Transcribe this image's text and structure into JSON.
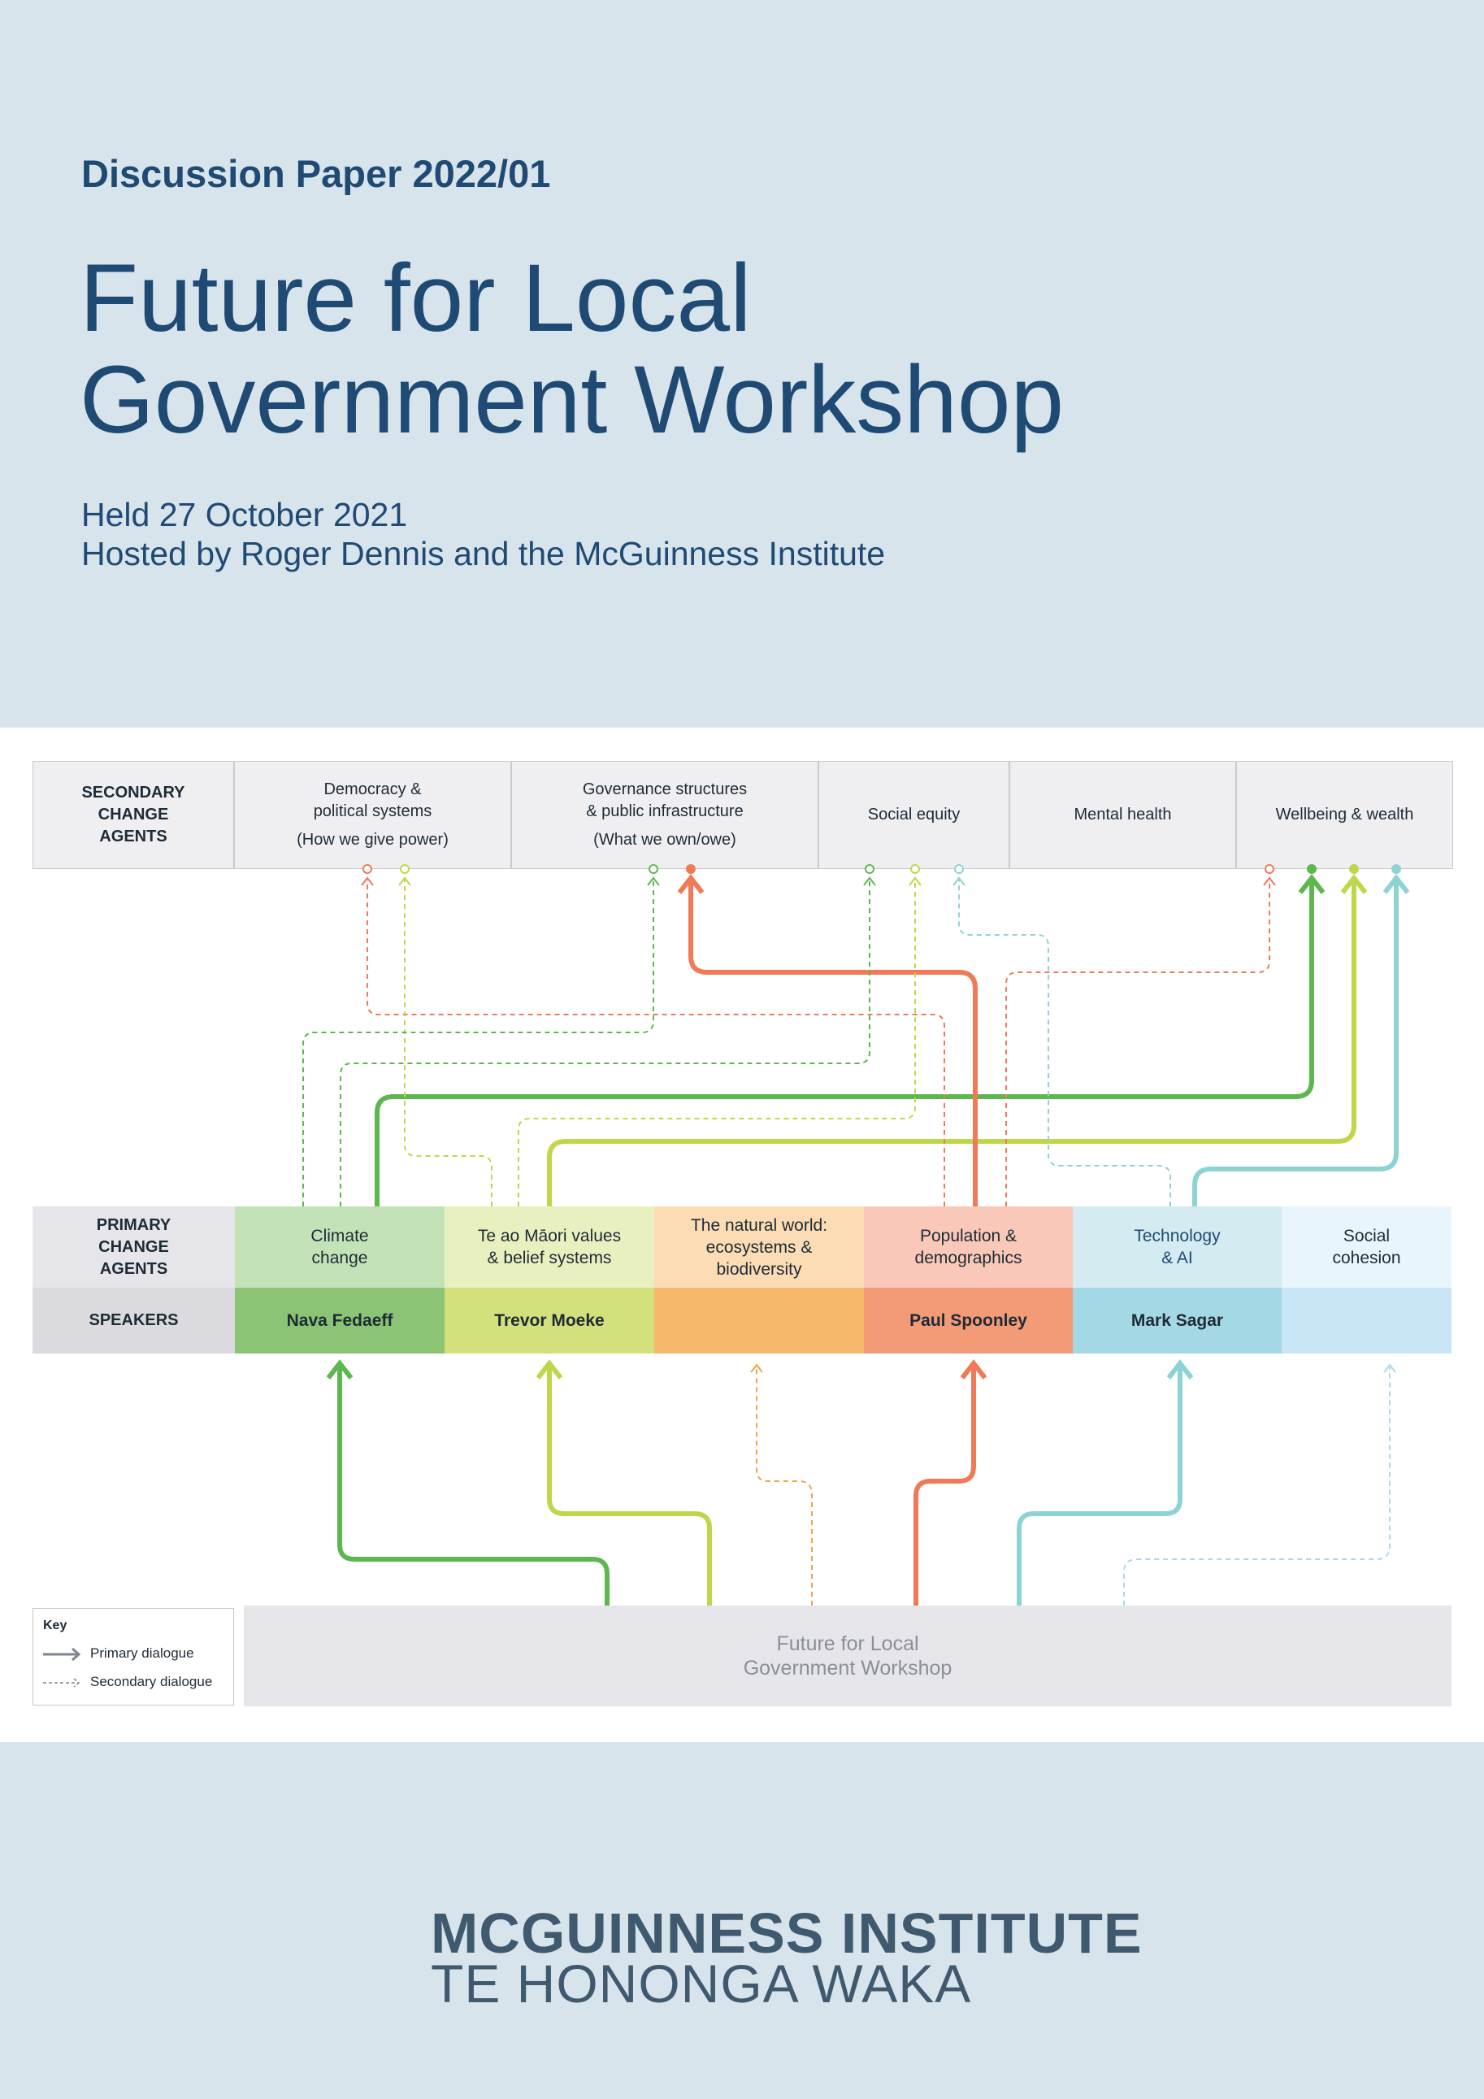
{
  "header": {
    "subtitle": "Discussion Paper 2022/01",
    "title_line1": "Future for Local",
    "title_line2": "Government Workshop",
    "held": "Held 27 October 2021",
    "hosted": "Hosted by Roger Dennis and the McGuinness Institute"
  },
  "secondary": {
    "label_line1": "SECONDARY",
    "label_line2": "CHANGE",
    "label_line3": "AGENTS",
    "agents": [
      {
        "line1": "Democracy &",
        "line2": "political systems",
        "line3": "(How we give power)"
      },
      {
        "line1": "Governance structures",
        "line2": "& public infrastructure",
        "line3": "(What we own/owe)"
      },
      {
        "line1": "Social equity",
        "line2": "",
        "line3": ""
      },
      {
        "line1": "Mental health",
        "line2": "",
        "line3": ""
      },
      {
        "line1": "Wellbeing & wealth",
        "line2": "",
        "line3": ""
      }
    ]
  },
  "primary": {
    "label_line1": "PRIMARY",
    "label_line2": "CHANGE",
    "label_line3": "AGENTS",
    "speakers_label": "SPEAKERS",
    "agents": [
      {
        "line1": "Climate",
        "line2": "change",
        "line3": "",
        "speaker": "Nava Fedaeff",
        "color": "#c4e2b8",
        "speaker_color": "#8bc474"
      },
      {
        "line1": "Te ao Māori values",
        "line2": "& belief systems",
        "line3": "",
        "speaker": "Trevor Moeke",
        "color": "#e8f0c0",
        "speaker_color": "#d3e07c"
      },
      {
        "line1": "The natural world:",
        "line2": "ecosystems &",
        "line3": "biodiversity",
        "speaker": "",
        "color": "#fcdcb4",
        "speaker_color": "#f6b86a"
      },
      {
        "line1": "Population &",
        "line2": "demographics",
        "line3": "",
        "speaker": "Paul Spoonley",
        "color": "#f9c8b8",
        "speaker_color": "#f39a76"
      },
      {
        "line1": "Technology",
        "line2": "& AI",
        "line3": "",
        "speaker": "Mark Sagar",
        "color": "#d4ecf1",
        "speaker_color": "#a3d8e4"
      },
      {
        "line1": "Social",
        "line2": "cohesion",
        "line3": "",
        "speaker": "",
        "color": "#e8f5fc",
        "speaker_color": "#c8e6f6"
      }
    ]
  },
  "key": {
    "title": "Key",
    "primary": "Primary dialogue",
    "secondary": "Secondary dialogue"
  },
  "workshop": {
    "line1": "Future for Local",
    "line2": "Government Workshop"
  },
  "footer": {
    "logo_line1": "MCGUINNESS INSTITUTE",
    "logo_line2": "TE HONONGA WAKA"
  },
  "colors": {
    "green": "#5cb84e",
    "lime": "#bed74a",
    "orange": "#f0a346",
    "coral": "#f07a58",
    "teal": "#8ed3d4",
    "lightblue": "#a8d8ec",
    "navy": "#1f4a73"
  }
}
